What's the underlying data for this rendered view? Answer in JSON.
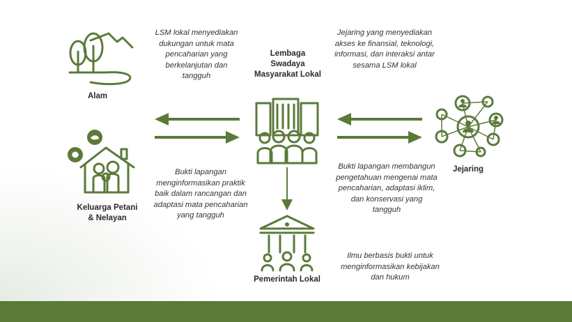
{
  "nodes": {
    "alam": "Alam",
    "lsm": "Lembaga Swadaya Masyarakat Lokal",
    "jejaring": "Jejaring",
    "keluarga": "Keluarga Petani & Nelayan",
    "pemerintah": "Pemerintah Lokal"
  },
  "notes": {
    "lsm_to_alam": "LSM lokal menyediakan dukungan untuk mata pencaharian yang berkelanjutan dan tangguh",
    "jejaring_to_lsm": "Jejaring yang menyediakan akses ke finansial, teknologi, informasi, dan interaksi antar sesama LSM lokal",
    "keluarga_to_lsm": "Bukti lapangan menginformasikan praktik baik dalam rancangan dan adaptasi mata pencaharian yang tangguh",
    "lsm_to_jejaring": "Bukti lapangan membangun pengetahuan mengenai mata pencaharian, adaptasi iklim, dan konservasi yang tangguh",
    "lsm_to_pemerintah": "Ilmu berbasis bukti untuk menginformasikan kebijakan dan hukum"
  },
  "colors": {
    "accent": "#5b7a3a",
    "text": "#2a2a2a",
    "footer": "#5b7a3a"
  }
}
